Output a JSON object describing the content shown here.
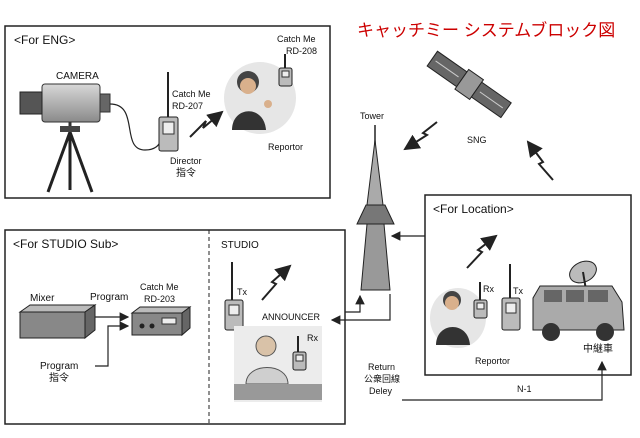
{
  "title": "キャッチミー システムブロック図",
  "eng": {
    "header": "<For ENG>",
    "camera": "CAMERA",
    "rd207_l1": "Catch Me",
    "rd207_l2": "RD-207",
    "rd208_l1": "Catch Me",
    "rd208_l2": "RD-208",
    "director_l1": "Director",
    "director_l2": "指令",
    "reporter": "Reportor"
  },
  "tower": "Tower",
  "sng": "SNG",
  "studio_sub": {
    "header": "<For STUDIO Sub>",
    "mixer": "Mixer",
    "program": "Program",
    "rd203_l1": "Catch Me",
    "rd203_l2": "RD-203",
    "program_cmd_l1": "Program",
    "program_cmd_l2": "指令"
  },
  "studio": {
    "header": "STUDIO",
    "tx": "Tx",
    "announcer": "ANNOUNCER",
    "rx": "Rx"
  },
  "location": {
    "header": "<For Location>",
    "rx": "Rx",
    "tx": "Tx",
    "reporter": "Reportor",
    "relay_car": "中継車"
  },
  "return_l1": "Return",
  "return_l2": "公衆回線",
  "return_l3": "Deley",
  "n1": "N-1",
  "colors": {
    "title": "#cc0000",
    "line": "#222222"
  }
}
